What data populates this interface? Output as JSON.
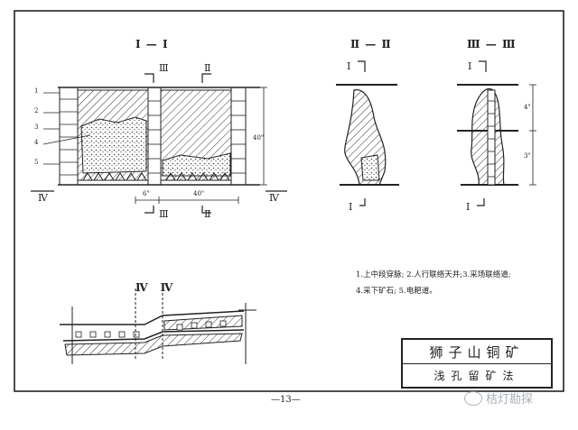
{
  "sections": {
    "section_1": "Ⅰ — Ⅰ",
    "section_2": "Ⅱ — Ⅱ",
    "section_3": "Ⅲ — Ⅲ",
    "section_4": "Ⅳ　Ⅳ"
  },
  "cut_marks": {
    "iii": "Ⅲ",
    "ii": "Ⅱ",
    "iv": "Ⅳ",
    "i": "Ⅰ"
  },
  "dimensions": {
    "d_width_a": "6\"",
    "d_width_b": "40\"",
    "d_height": "40\"",
    "d_side_a": "4\"",
    "d_side_b": "3\""
  },
  "callouts": [
    "1",
    "2",
    "3",
    "4",
    "5"
  ],
  "legend": {
    "line1": "1.上中段穿脉;  2.人行联络天井;3.采场联络道;",
    "line2": "4.采下矿石;  5.电耙道。"
  },
  "title_block": {
    "mine_name": "狮子山铜矿",
    "method": "浅孔留矿法"
  },
  "page_number": "—13—",
  "watermark": "桔灯勘探",
  "colors": {
    "ink": "#222222",
    "watermark": "#9aa3ad"
  }
}
